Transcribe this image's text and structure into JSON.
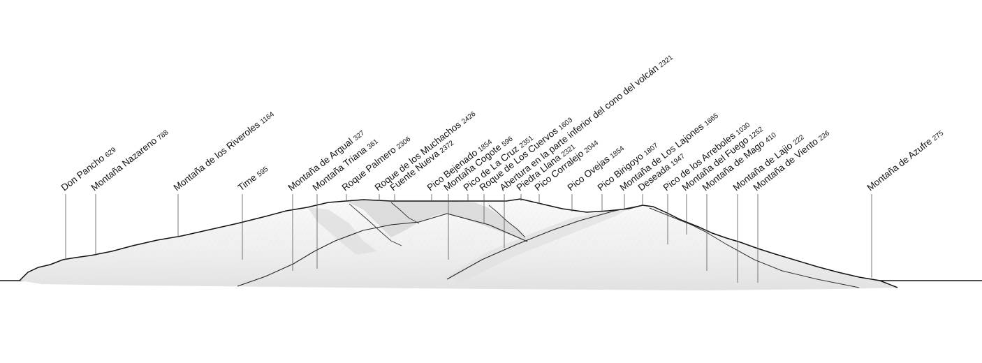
{
  "peaks": [
    {
      "name": "Don Pancho",
      "elevation": "629"
    },
    {
      "name": "Montaña Nazareno",
      "elevation": "788"
    },
    {
      "name": "Montaña de los Riveroles",
      "elevation": "1164"
    },
    {
      "name": "Time",
      "elevation": "595"
    },
    {
      "name": "Montaña de Argual",
      "elevation": "327"
    },
    {
      "name": "Montaña Triana",
      "elevation": "361"
    },
    {
      "name": "Roque Palmero",
      "elevation": "2306"
    },
    {
      "name": "Roque de los Muchachos",
      "elevation": "2426"
    },
    {
      "name": "Fuente Nueva",
      "elevation": "2372"
    },
    {
      "name": "Pico Bejenado",
      "elevation": "1854"
    },
    {
      "name": "Montaña Cogote",
      "elevation": "596"
    },
    {
      "name": "Pico de La Cruz",
      "elevation": "2351"
    },
    {
      "name": "Roque de Los Cuervos",
      "elevation": "1603"
    },
    {
      "name": "Abertura en la parte inferior del cono del volcán",
      "elevation": "2321"
    },
    {
      "name": "Piedra Llana",
      "elevation": "2321"
    },
    {
      "name": "Pico Corralejo",
      "elevation": "2044"
    },
    {
      "name": "Pico Ovejas",
      "elevation": "1854"
    },
    {
      "name": "Pico Birigoyo",
      "elevation": "1807"
    },
    {
      "name": "Montaña de Los Lajones",
      "elevation": "1665"
    },
    {
      "name": "Deseada",
      "elevation": "1947"
    },
    {
      "name": "Pico de los Arreboles",
      "elevation": "1030"
    },
    {
      "name": "Montaña del Fuego",
      "elevation": "1252"
    },
    {
      "name": "Montaña de Mago",
      "elevation": "410"
    },
    {
      "name": "Montaña de Lajio",
      "elevation": "222"
    },
    {
      "name": "Montaña de Viento",
      "elevation": "226"
    },
    {
      "name": "Montaña de Azufre",
      "elevation": "275"
    }
  ],
  "colors": {
    "background": "#ffffff",
    "ridge": "#111111",
    "leader": "#555555",
    "terrain_light": "#f4f4f4",
    "terrain_shade": "#d2d2d2",
    "text": "#111111"
  }
}
